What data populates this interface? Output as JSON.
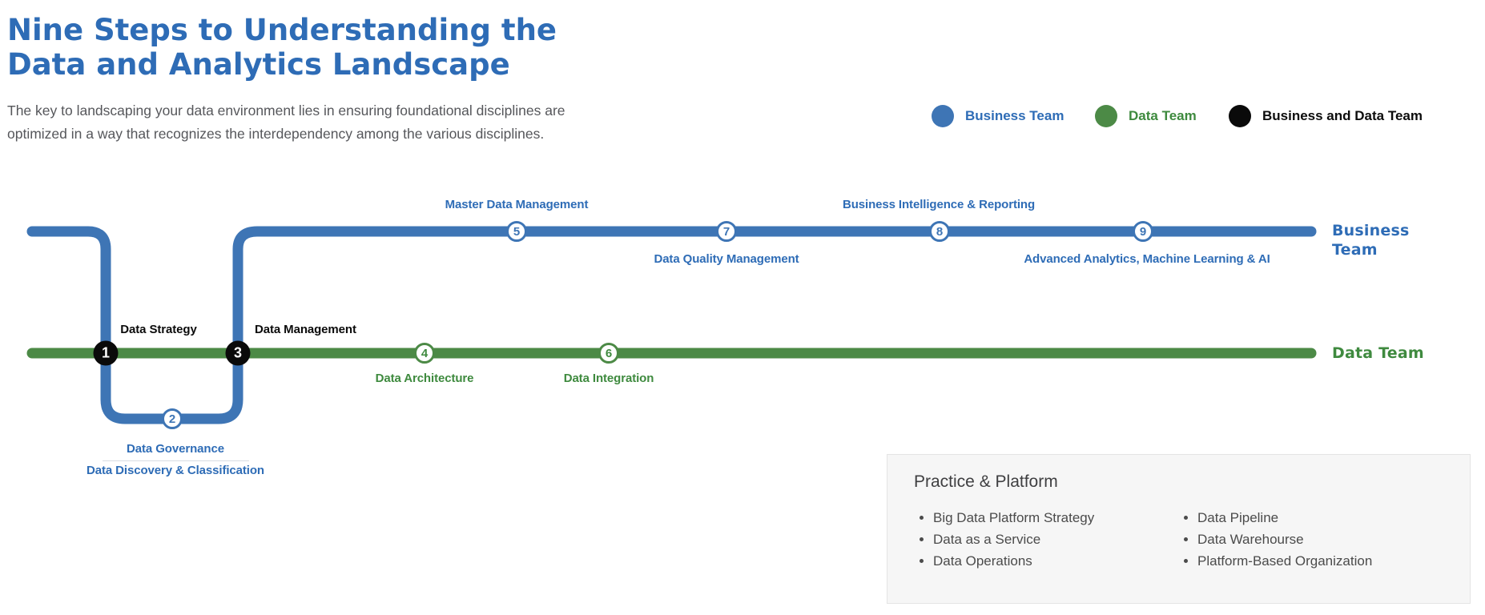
{
  "header": {
    "title_line1": "Nine Steps to Understanding the",
    "title_line2": "Data and Analytics Landscape",
    "subtitle_line1": "The key to landscaping your data environment lies in ensuring foundational disciplines are",
    "subtitle_line2": "optimized in a way that recognizes the interdependency among the various disciplines."
  },
  "colors": {
    "business_blue": "#3e75b5",
    "data_green": "#4c8a46",
    "business_and_data_black": "#0a0a0a",
    "title_blue": "#2e6cb6",
    "station_label_blue": "#2e6cb6",
    "station_label_green": "#3e8a3e"
  },
  "legend": [
    {
      "label": "Business Team",
      "color": "#3e75b5"
    },
    {
      "label": "Data Team",
      "color": "#4c8a46"
    },
    {
      "label": "Business and Data Team",
      "color": "#0a0a0a"
    }
  ],
  "diagram": {
    "business_line_label": "Business Team",
    "business_line_label_line1": "Business",
    "business_line_label_line2": "Team",
    "data_line_label": "Data Team",
    "stations": [
      {
        "number": "1",
        "label": "Data Strategy",
        "team": "Business and Data Team"
      },
      {
        "number": "2",
        "label": "Data Governance",
        "sublabel": "Data Discovery & Classification",
        "team": "Business Team"
      },
      {
        "number": "3",
        "label": "Data Management",
        "team": "Business and Data Team"
      },
      {
        "number": "4",
        "label": "Data Architecture",
        "team": "Data Team"
      },
      {
        "number": "5",
        "label": "Master Data Management",
        "team": "Business Team"
      },
      {
        "number": "6",
        "label": "Data Integration",
        "team": "Data Team"
      },
      {
        "number": "7",
        "label": "Data Quality Management",
        "team": "Business Team"
      },
      {
        "number": "8",
        "label": "Business Intelligence & Reporting",
        "team": "Business Team"
      },
      {
        "number": "9",
        "label": "Advanced Analytics, Machine Learning & AI",
        "team": "Business Team"
      }
    ]
  },
  "panel": {
    "heading": "Practice & Platform",
    "column1": [
      "Big Data Platform Strategy",
      "Data as a Service",
      "Data Operations"
    ],
    "column2": [
      "Data Pipeline",
      "Data Warehourse",
      "Platform-Based Organization"
    ]
  }
}
